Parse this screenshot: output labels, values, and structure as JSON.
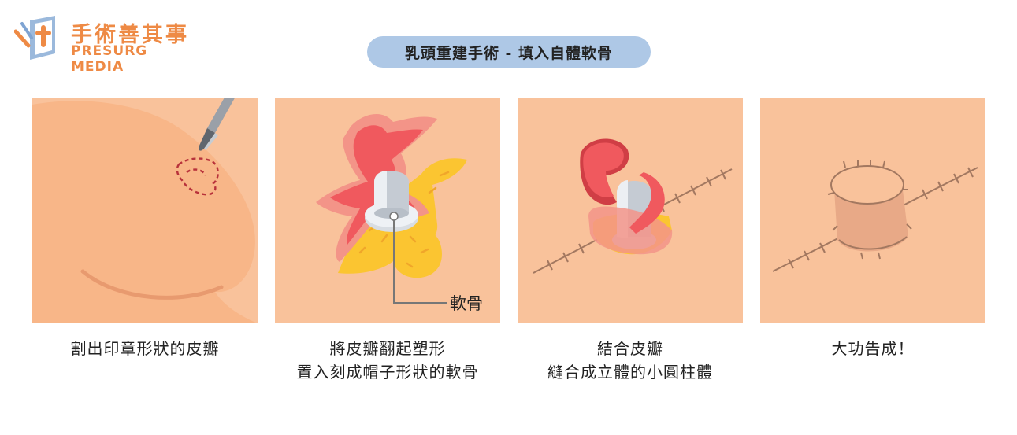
{
  "logo": {
    "name_zh": "手術善其事",
    "name_en": "PRESURG MEDIA"
  },
  "title": "乳頭重建手術 - 填入自體軟骨",
  "cartilage_label": "軟骨",
  "steps": [
    {
      "lines": [
        "割出印章形狀的皮瓣"
      ]
    },
    {
      "lines": [
        "將皮瓣翻起塑形",
        "置入刻成帽子形狀的軟骨"
      ]
    },
    {
      "lines": [
        "結合皮瓣",
        "縫合成立體的小圓柱體"
      ]
    },
    {
      "lines": [
        "大功告成！"
      ]
    }
  ],
  "colors": {
    "skin": "#f9c29b",
    "breast": "#f8b688",
    "flap_red": "#f0595e",
    "flap_pink": "#f39488",
    "cartilage_yellow": "#fbc531",
    "title_pill": "#aec8e6",
    "brand_orange": "#ee8a45"
  }
}
